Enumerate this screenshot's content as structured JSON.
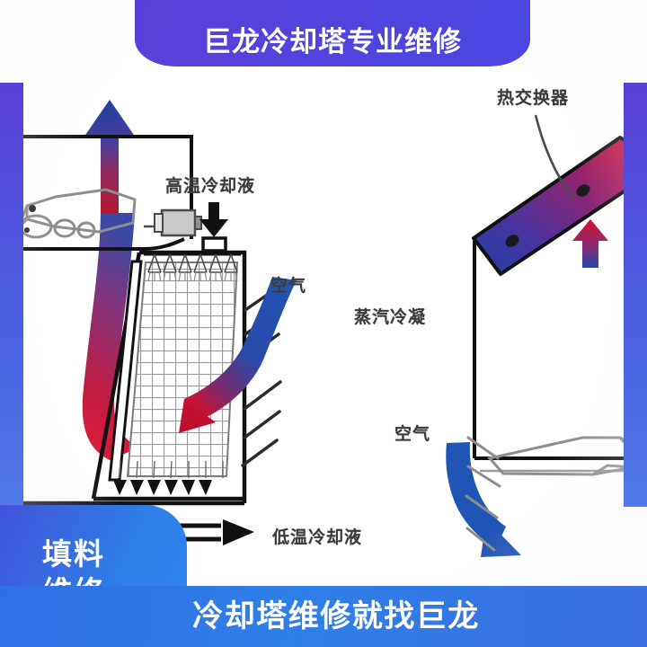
{
  "banner": {
    "top_text": "巨龙冷却塔专业维修",
    "bottom_text": "冷却塔维修就找巨龙",
    "badge_line1": "填料",
    "badge_line2": "维修",
    "purple": "#5243dd",
    "blue": "#2f7fe8"
  },
  "diagram": {
    "type": "cooling-tower-schematic",
    "labels": {
      "hot_coolant": "高温冷却液",
      "heat_exchanger": "热交换器",
      "air_upper": "空气",
      "air_lower": "空气",
      "steam_condense": "蒸汽冷凝",
      "cold_coolant": "低温冷却液"
    },
    "colors": {
      "hot_flow": "#c8102e",
      "cold_flow": "#1f4fa8",
      "air_flow": "#1f55b5",
      "outline": "#1a1a1a",
      "fill_grid": "#8a8a8a"
    },
    "elements": {
      "exhaust_arrow": "up-arrow-blue-red-gradient",
      "fill_pack": "grid-fill-media",
      "spray_nozzles": "spray-header",
      "louvers": "air-inlet-louvers",
      "motor": "pump-motor",
      "basin_outlet_arrow": "right-arrow-black",
      "heat_exchanger_band": "diagonal-gradient-band",
      "riser_arrow": "up-arrow-red-blue-gradient",
      "air_inlet_arrow": "curved-blue-arrow",
      "fan_blade": "fan-blade-outline"
    }
  }
}
